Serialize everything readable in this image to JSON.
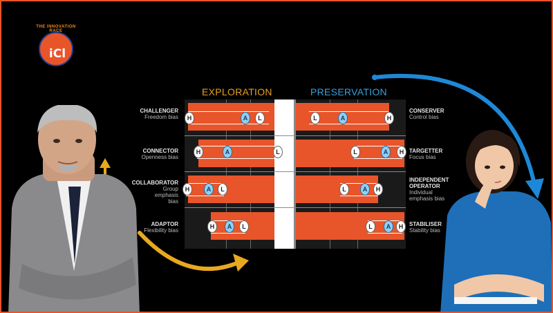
{
  "brand": {
    "logo_arc_text": "THE INNOVATION RACE",
    "logo_initials": "iCl"
  },
  "columns": {
    "left_title": "EXPLORATION",
    "right_title": "PRESERVATION"
  },
  "rows": [
    {
      "left_title": "CHALLENGER",
      "left_subtitle": "Freedom bias",
      "right_title": "CONSERVER",
      "right_subtitle": "Control bias",
      "markers_left": [
        "H",
        "A",
        "L"
      ],
      "markers_right": [
        "L",
        "A",
        "H"
      ]
    },
    {
      "left_title": "CONNECTOR",
      "left_subtitle": "Openness bias",
      "right_title": "TARGETTER",
      "right_subtitle": "Focus bias",
      "markers_left": [
        "H",
        "A",
        "L"
      ],
      "markers_right": [
        "L",
        "A",
        "H"
      ]
    },
    {
      "left_title": "COLLABORATOR",
      "left_subtitle": "Group emphasis bias",
      "right_title": "INDEPENDENT OPERATOR",
      "right_subtitle": "Individual emphasis bias",
      "markers_left": [
        "H",
        "A",
        "L"
      ],
      "markers_right": [
        "L",
        "A",
        "H"
      ]
    },
    {
      "left_title": "ADAPTOR",
      "left_subtitle": "Flexibility bias",
      "right_title": "STABILISER",
      "right_subtitle": "Stability bias",
      "markers_left": [
        "H",
        "A",
        "L"
      ],
      "markers_right": [
        "L",
        "A",
        "H"
      ]
    }
  ],
  "colors": {
    "frame": "#e8552a",
    "bar": "#e8552a",
    "exploration": "#e8a020",
    "preservation": "#3aa0d8",
    "average_marker": "#8ed0f0"
  }
}
